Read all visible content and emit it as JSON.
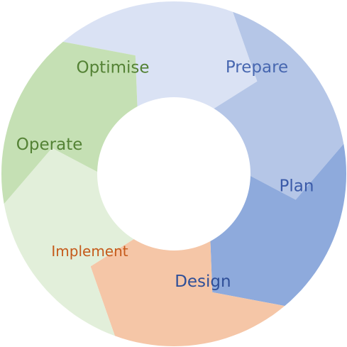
{
  "diagram": {
    "segments": [
      {
        "id": "prepare",
        "label": "Prepare",
        "fill": "#dae2f4",
        "text_color": "#4767b0"
      },
      {
        "id": "plan",
        "label": "Plan",
        "fill": "#b5c6e7",
        "text_color": "#3a5aa8"
      },
      {
        "id": "design",
        "label": "Design",
        "fill": "#8eaadc",
        "text_color": "#2f4f98"
      },
      {
        "id": "implement",
        "label": "Implement",
        "fill": "#f5c6a7",
        "text_color": "#c55a1a"
      },
      {
        "id": "operate",
        "label": "Operate",
        "fill": "#e2efda",
        "text_color": "#548235"
      },
      {
        "id": "optimise",
        "label": "Optimise",
        "fill": "#c5e0b4",
        "text_color": "#548235"
      }
    ]
  }
}
